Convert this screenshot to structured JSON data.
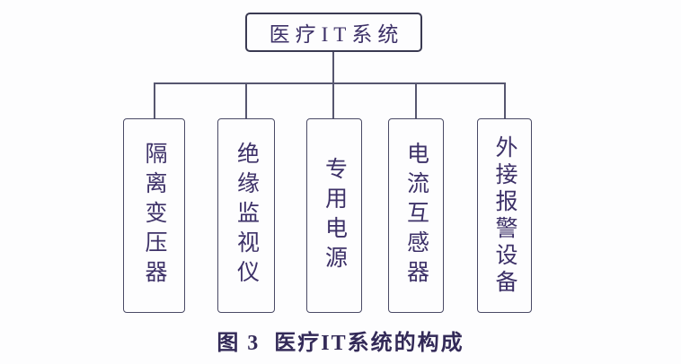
{
  "figure": {
    "root_label": "医疗IT系统",
    "branches": [
      {
        "label": "隔离变压器"
      },
      {
        "label": "绝缘监视仪"
      },
      {
        "label": "专用电源"
      },
      {
        "label": "电流互感器"
      },
      {
        "label": "外接报警设备"
      }
    ],
    "caption": "图 3  医疗IT系统的构成"
  },
  "colors": {
    "background": "#fdfdfe",
    "line": "#56566f",
    "box_border": "#4a4a66",
    "root_border": "#3a3a52",
    "text": "#3d3168",
    "caption_text": "#332a58"
  }
}
